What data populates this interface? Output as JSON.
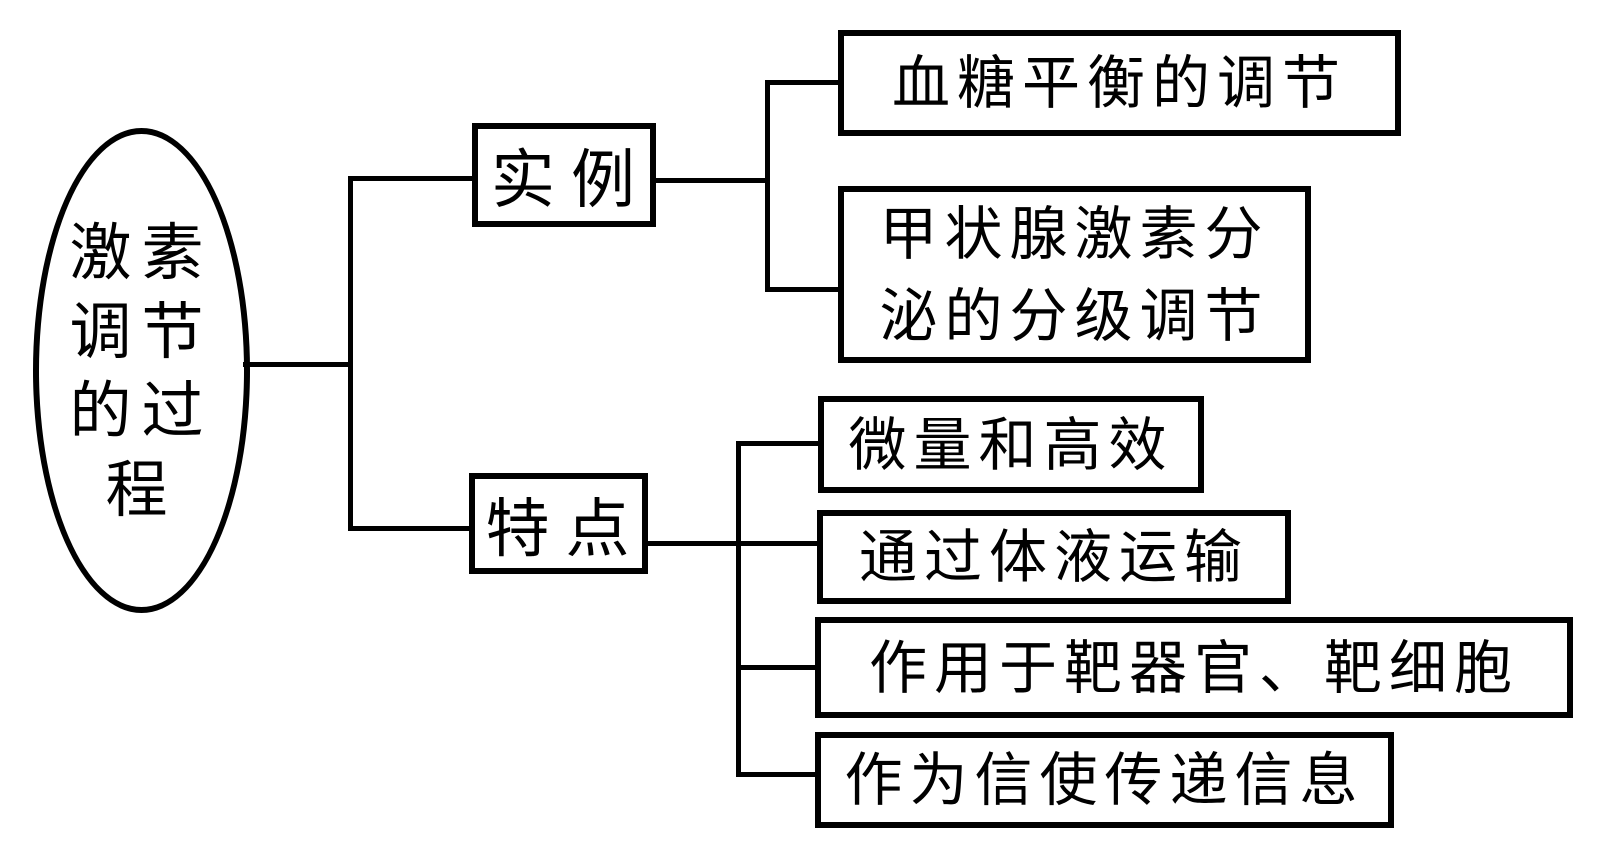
{
  "diagram_title": "激素调节的过程",
  "colors": {
    "stroke": "#000000",
    "background": "#ffffff"
  },
  "root": {
    "label": "激素调节的过程"
  },
  "branches": [
    {
      "label": "实例",
      "children": [
        {
          "label": "血糖平衡的调节"
        },
        {
          "label": "甲状腺激素分泌的分级调节"
        }
      ]
    },
    {
      "label": "特点",
      "children": [
        {
          "label": "微量和高效"
        },
        {
          "label": "通过体液运输"
        },
        {
          "label": "作用于靶器官、靶细胞"
        },
        {
          "label": "作为信使传递信息"
        }
      ]
    }
  ]
}
